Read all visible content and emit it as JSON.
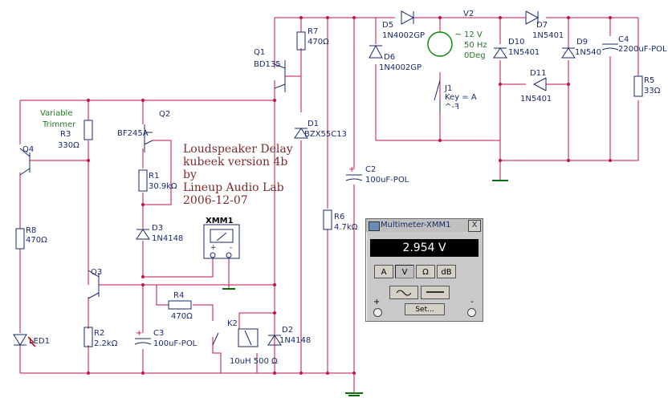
{
  "components": {
    "q1": {
      "ref": "Q1",
      "value": "BD135"
    },
    "r7": {
      "ref": "R7",
      "value": "470Ω"
    },
    "d5": {
      "ref": "D5",
      "value": "1N4002GP"
    },
    "d6": {
      "ref": "D6",
      "value": "1N4002GP"
    },
    "v2": {
      "ref": "V2",
      "line1": "12 V",
      "line2": "50 Hz",
      "line3": "0Deg"
    },
    "d7": {
      "ref": "D7",
      "value": "1N5401"
    },
    "d10": {
      "ref": "D10",
      "value": "1N5401"
    },
    "d9": {
      "ref": "D9",
      "value": "1N540"
    },
    "d11": {
      "ref": "D11",
      "value": "1N5401"
    },
    "c4": {
      "ref": "C4",
      "value": "2200uF-POL"
    },
    "r5": {
      "ref": "R5",
      "value": "33Ω"
    },
    "j1": {
      "ref": "J1",
      "line1": "Key = A",
      "line2": "^-ꟻ"
    },
    "q2": {
      "ref": "Q2",
      "value": "BF245A"
    },
    "r3": {
      "ref": "R3",
      "value": "330Ω",
      "line1": "Variable",
      "line2": "Trimmer"
    },
    "q4": {
      "ref": "Q4"
    },
    "r1": {
      "ref": "R1",
      "value": "30.9kΩ"
    },
    "d1": {
      "ref": "D1",
      "value": "BZX55C13"
    },
    "c2": {
      "ref": "C2",
      "value": "100uF-POL"
    },
    "d3": {
      "ref": "D3",
      "value": "1N4148"
    },
    "xmm1": {
      "ref": "XMM1"
    },
    "r6": {
      "ref": "R6",
      "value": "4.7kΩ"
    },
    "r8": {
      "ref": "R8",
      "value": "470Ω"
    },
    "q3": {
      "ref": "Q3"
    },
    "r4": {
      "ref": "R4",
      "value": "470Ω"
    },
    "k2": {
      "ref": "K2",
      "value": "10uH 500 Ω"
    },
    "d2": {
      "ref": "D2",
      "value": "1N4148"
    },
    "r2": {
      "ref": "R2",
      "value": "2.2kΩ"
    },
    "c3": {
      "ref": "C3",
      "value": "100uF-POL"
    },
    "led1": {
      "ref": "LED1"
    }
  },
  "note": {
    "line1": "Loudspeaker Delay",
    "line2": "kubeek version 4b",
    "line3": "by",
    "line4": "Lineup Audio Lab",
    "line5": "2006-12-07"
  },
  "multimeter": {
    "title": "Multimeter-XMM1",
    "close": "X",
    "reading": "2.954 V",
    "buttons": [
      "A",
      "V",
      "Ω",
      "dB"
    ],
    "active_button": "V",
    "set_label": "Set...",
    "plus": "+",
    "minus": "-"
  },
  "colors": {
    "wire": "#c0134a",
    "component": "#1a2a6c",
    "label": "#1a2a6c",
    "note": "#7b2b2b",
    "green": "#1f7a1f"
  }
}
